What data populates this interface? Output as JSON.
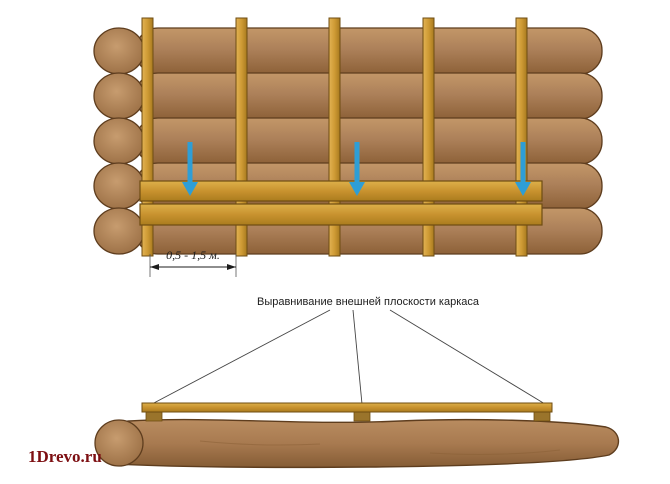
{
  "page": {
    "background": "#ffffff"
  },
  "top_diagram": {
    "description_semantic": "log-wall-with-vertical-battens-and-leveling-boards",
    "dimension_label": "0,5 - 1,5 м.",
    "log_count": 5,
    "batten_count": 5,
    "arrow_count": 3
  },
  "bottom_diagram": {
    "description_semantic": "single-log-with-leveling-strip-and-shims",
    "annotation_label": "Выравнивание внешней плоскости каркаса",
    "shim_count": 3
  },
  "watermark": "1Drevo.ru",
  "colors": {
    "log-stroke": "#5e3d1e",
    "batten-stroke": "#6f4d12",
    "arrow-fill": "#2e9ed6",
    "text": "#1c1c1c",
    "watermark": "#7d0f12"
  }
}
